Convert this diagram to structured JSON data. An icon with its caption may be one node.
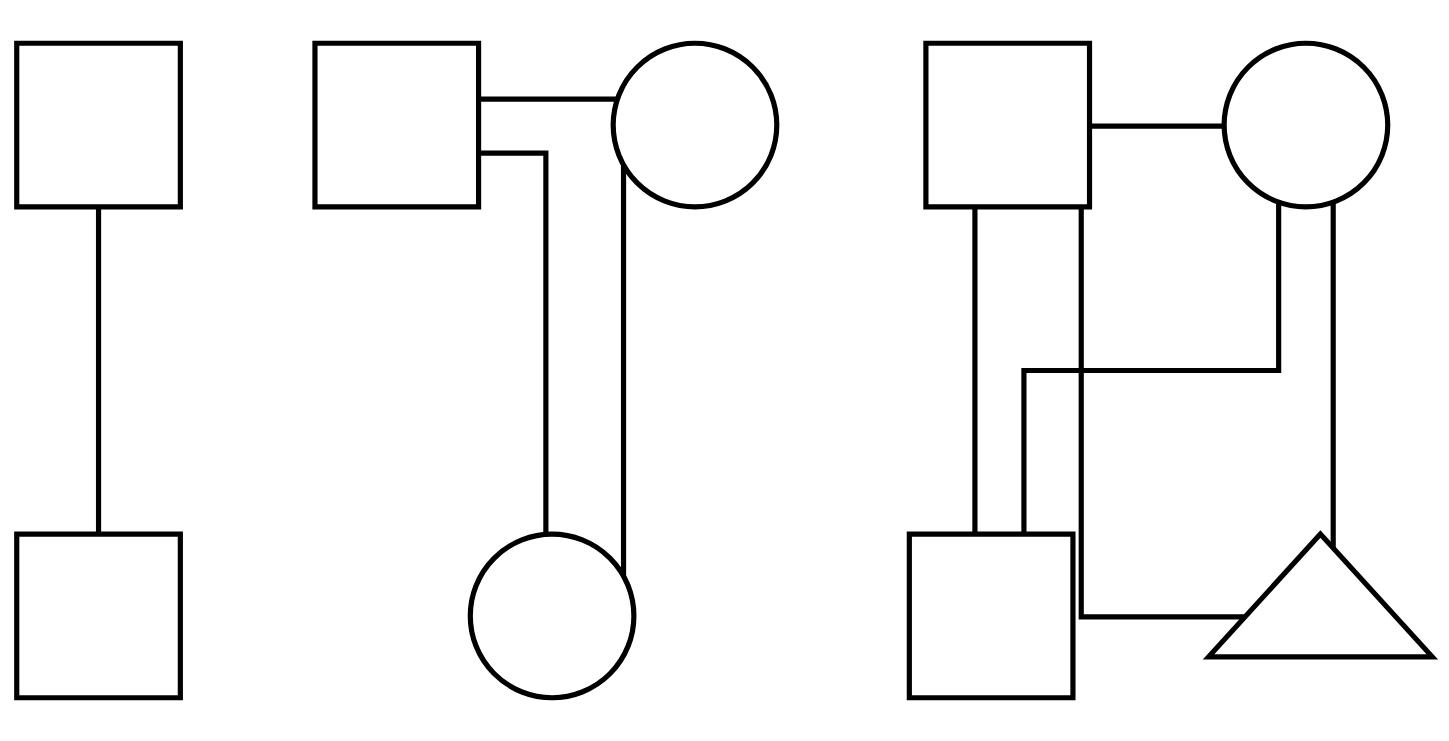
{
  "diagram": {
    "nodes": [
      {
        "text": [],
        "shape": "box"
      },
      {
        "text": [],
        "shape": "box"
      },
      {
        "text": [],
        "shape": "circle"
      },
      {
        "text": [],
        "shape": "box"
      },
      {
        "text": [],
        "shape": "circle"
      },
      {
        "text": [],
        "shape": "box"
      },
      {
        "text": [],
        "shape": "circle"
      },
      {
        "text": [],
        "shape": "box"
      },
      {
        "text": [],
        "shape": "triangle"
      }
    ],
    "edges": [
      {
        "from": 0,
        "to": 5,
        "arrow": "none"
      },
      {
        "from": 1,
        "to": 2,
        "arrow": "none"
      },
      {
        "from": 1,
        "to": 6,
        "arrow": "none"
      },
      {
        "from": 2,
        "to": 6,
        "arrow": "none"
      },
      {
        "from": 3,
        "to": 4,
        "arrow": "none"
      },
      {
        "from": 3,
        "to": 7,
        "arrow": "none"
      },
      {
        "from": 3,
        "to": 8,
        "arrow": "none"
      },
      {
        "from": 4,
        "to": 7,
        "arrow": "none"
      },
      {
        "from": 4,
        "to": 8,
        "arrow": "none"
      }
    ]
  }
}
